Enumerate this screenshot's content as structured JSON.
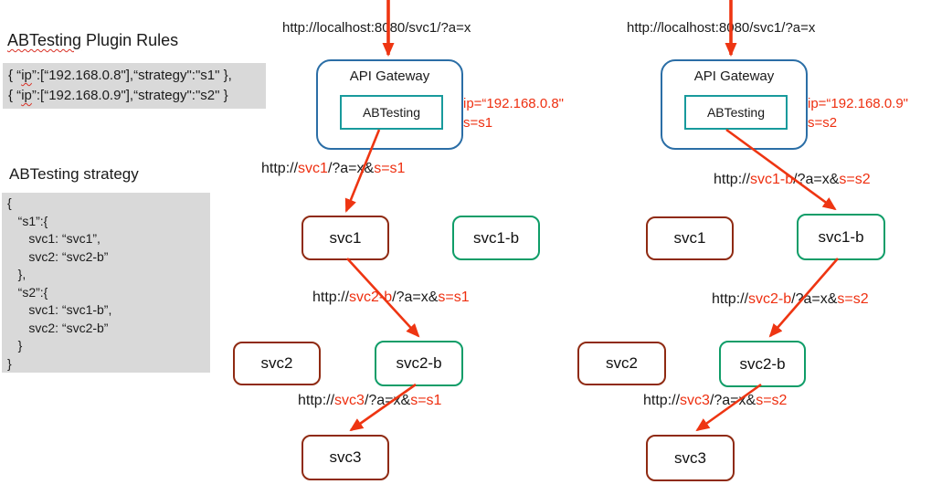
{
  "panel": {
    "rules_title_word": "ABTesting",
    "rules_title_rest": " Plugin Rules",
    "rules_lines": [
      {
        "pre": "{ “",
        "ip": "ip",
        "post": "”:[“192.168.0.8\"],“strategy\":\"s1\" },"
      },
      {
        "pre": "{ “",
        "ip": "ip",
        "post": "”:[“192.168.0.9\"],“strategy\":\"s2\" }"
      }
    ],
    "strategy_title": "ABTesting strategy",
    "strategy_lines": [
      "{",
      "   “s1”:{",
      "      svc1: “svc1”,",
      "      svc2: “svc2-b”",
      "   },",
      "   “s2”:{",
      "      svc1: “svc1-b”,",
      "      svc2: “svc2-b”",
      "   }",
      "}"
    ]
  },
  "flows": [
    {
      "entry_url": "http://localhost:8080/svc1/?a=x",
      "gateway_label": "API Gateway",
      "plugin_label": "ABTesting",
      "note_ip": "ip=“192.168.0.8\"",
      "note_s": "s=s1",
      "hops": [
        {
          "p0": "http://",
          "p1": "svc1",
          "p2": "/?a=x&",
          "p3": "s=s1"
        },
        {
          "p0": "http://",
          "p1": "svc2-b",
          "p2": "/?a=x&",
          "p3": "s=s1"
        },
        {
          "p0": "http://",
          "p1": "svc3",
          "p2": "/?a=x&",
          "p3": "s=s1"
        }
      ],
      "nodes": {
        "svc1": "svc1",
        "svc1b": "svc1-b",
        "svc2": "svc2",
        "svc2b": "svc2-b",
        "svc3": "svc3"
      }
    },
    {
      "entry_url": "http://localhost:8080/svc1/?a=x",
      "gateway_label": "API Gateway",
      "plugin_label": "ABTesting",
      "note_ip": "ip=“192.168.0.9\"",
      "note_s": "s=s2",
      "hops": [
        {
          "p0": "http://",
          "p1": "svc1-b",
          "p2": "/?a=x&",
          "p3": "s=s2"
        },
        {
          "p0": "http://",
          "p1": "svc2-b",
          "p2": "/?a=x&",
          "p3": "s=s2"
        },
        {
          "p0": "http://",
          "p1": "svc3",
          "p2": "/?a=x&",
          "p3": "s=s2"
        }
      ],
      "nodes": {
        "svc1": "svc1",
        "svc1b": "svc1-b",
        "svc2": "svc2",
        "svc2b": "svc2-b",
        "svc3": "svc3"
      }
    }
  ],
  "colors": {
    "arrow": "#ee3512",
    "gateway_border": "#2b6ea6",
    "plugin_border": "#189a9c",
    "alt_node_border": "#0f9d68",
    "base_node_border": "#8f2a12",
    "code_background": "#d9d9d9"
  }
}
